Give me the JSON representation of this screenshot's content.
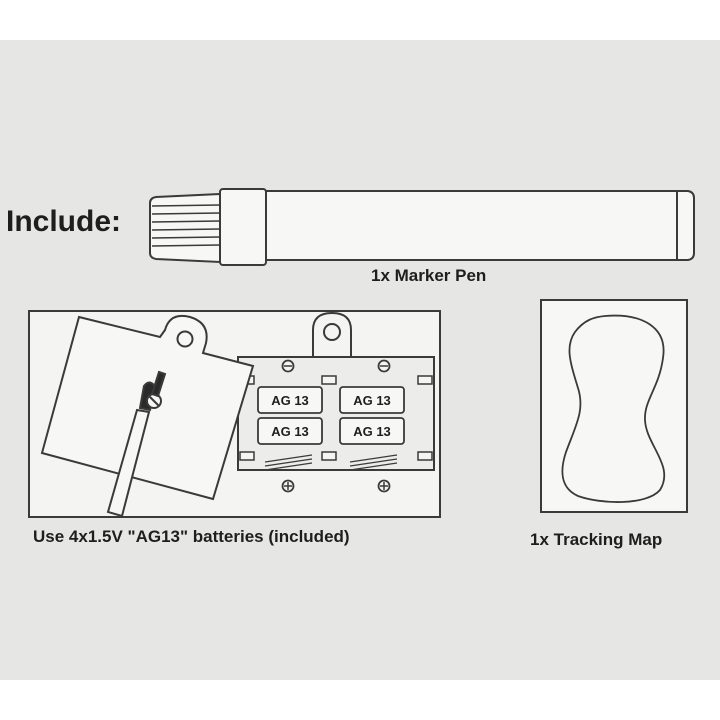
{
  "panel": {
    "background": "#e6e6e4",
    "line_color": "#3a3a3a"
  },
  "include": {
    "label": "Include:"
  },
  "marker_pen": {
    "caption": "1x Marker Pen",
    "icon": "marker-pen-icon"
  },
  "battery": {
    "caption": "Use 4x1.5V \"AG13\" batteries (included)",
    "cells": [
      "AG 13",
      "AG 13",
      "AG 13",
      "AG 13"
    ],
    "icon": "battery-compartment-icon",
    "tool_icon": "screwdriver-icon"
  },
  "tracking_map": {
    "caption": "1x Tracking Map",
    "icon": "tracking-map-icon"
  }
}
